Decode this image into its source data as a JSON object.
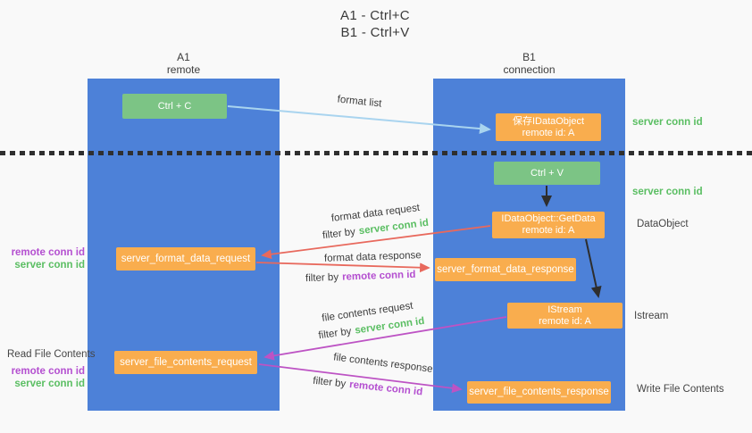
{
  "title": {
    "line1": "A1 - Ctrl+C",
    "line2": "B1 - Ctrl+V"
  },
  "lanes": {
    "left": {
      "header_top": "A1",
      "header_bottom": "remote"
    },
    "right": {
      "header_top": "B1",
      "header_bottom": "connection"
    }
  },
  "nodes": {
    "ctrl_c": {
      "label": "Ctrl + C"
    },
    "ctrl_v": {
      "label": "Ctrl + V"
    },
    "save_dataobject": {
      "line1": "保存IDataObject",
      "line2": "remote id: A"
    },
    "getdata": {
      "line1": "IDataObject::GetData",
      "line2": "remote id: A"
    },
    "istream": {
      "line1": "IStream",
      "line2": "remote id: A"
    },
    "format_request": {
      "label": "server_format_data_request"
    },
    "format_response": {
      "label": "server_format_data_response"
    },
    "file_request": {
      "label": "server_file_contents_request"
    },
    "file_response": {
      "label": "server_file_contents_response"
    }
  },
  "labels": {
    "format_list": "format list",
    "format_data_request": "format data request",
    "format_data_response": "format data response",
    "file_contents_request": "file contents request",
    "file_contents_response": "file contents response",
    "filter_by": "filter by",
    "server_conn_id": "server conn id",
    "remote_conn_id": "remote conn id",
    "dataobject": "DataObject",
    "istream": "Istream",
    "read_file_contents": "Read File Contents",
    "write_file_contents": "Write File Contents"
  },
  "colors": {
    "lane_blue": "#4d81d8",
    "node_green": "#7cc485",
    "node_orange": "#f9ad4e",
    "arrow_light_blue": "#a9d4ef",
    "arrow_red": "#e8695d",
    "arrow_magenta": "#bd53c4",
    "arrow_black": "#2e2e2e",
    "text_green": "#5abe62",
    "text_purple": "#b44fd0"
  }
}
